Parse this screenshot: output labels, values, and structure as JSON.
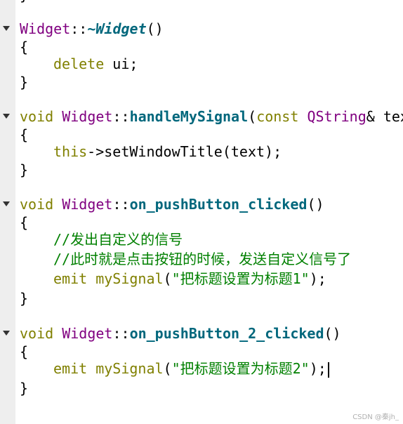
{
  "editor": {
    "top_partial": "}",
    "blocks": [
      {
        "signature": {
          "class": "Widget",
          "scope": "::",
          "tilde": "~",
          "name": "Widget",
          "params": "()"
        },
        "open": "{",
        "body": [
          {
            "kw": "delete",
            "rest": " ui;"
          }
        ],
        "close": "}"
      },
      {
        "signature": {
          "ret": "void",
          "class": "Widget",
          "scope": "::",
          "name": "handleMySignal",
          "paren": "(",
          "kw_const": "const",
          "ptype": "QString",
          "tail": "& tex"
        },
        "open": "{",
        "body": [
          {
            "kw": "this",
            "rest": "->setWindowTitle(text);"
          }
        ],
        "close": "}"
      },
      {
        "signature": {
          "ret": "void",
          "class": "Widget",
          "scope": "::",
          "name": "on_pushButton_clicked",
          "params": "()"
        },
        "open": "{",
        "comments": [
          "//发出自定义的信号",
          "//此时就是点击按钮的时候，发送自定义信号了"
        ],
        "emit": {
          "kw": "emit",
          "fn": "mySignal",
          "open": "(",
          "str": "\"把标题设置为标题1\"",
          "close": ");"
        },
        "close": "}"
      },
      {
        "signature": {
          "ret": "void",
          "class": "Widget",
          "scope": "::",
          "name": "on_pushButton_2_clicked",
          "params": "()"
        },
        "open": "{",
        "emit": {
          "kw": "emit",
          "fn": "mySignal",
          "open": "(",
          "str": "\"把标题设置为标题2\"",
          "close": ");"
        },
        "close": "}"
      }
    ]
  },
  "watermark": "CSDN @秦jh_"
}
